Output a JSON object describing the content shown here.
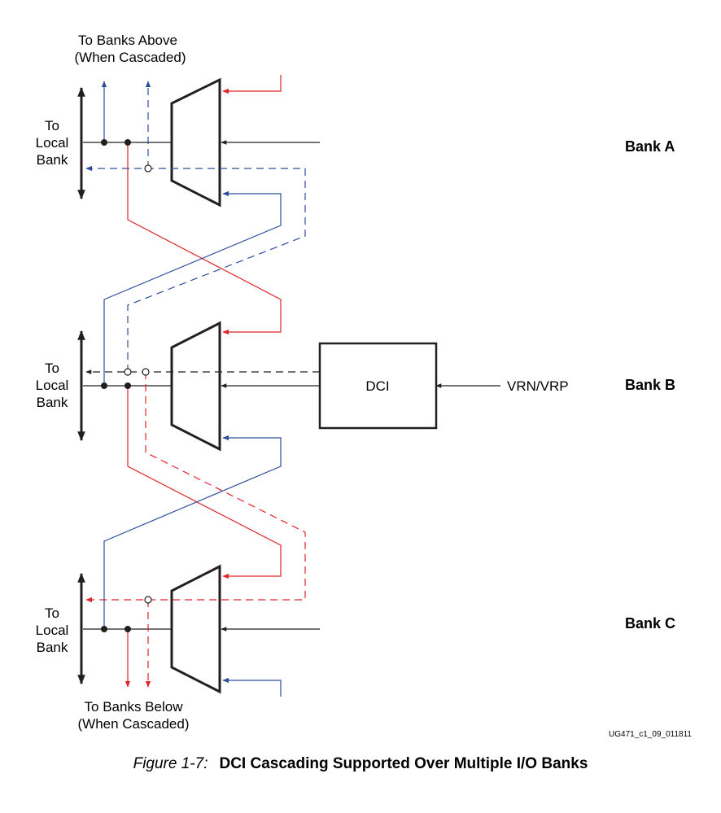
{
  "labels": {
    "banks_above_line1": "To Banks Above",
    "banks_above_line2": "(When Cascaded)",
    "banks_below_line1": "To Banks Below",
    "banks_below_line2": "(When Cascaded)",
    "local_bank_line1": "To",
    "local_bank_line2": "Local",
    "local_bank_line3": "Bank",
    "bank_a": "Bank A",
    "bank_b": "Bank B",
    "bank_c": "Bank C",
    "dci": "DCI",
    "vrn_vrp": "VRN/VRP",
    "figure_id": "UG471_c1_09_011811"
  },
  "caption": {
    "number": "Figure 1-7:",
    "title": "DCI Cascading Supported Over Multiple I/O Banks"
  },
  "colors": {
    "black": "#231f20",
    "red": "#e2232a",
    "blue": "#2e4d9b"
  }
}
